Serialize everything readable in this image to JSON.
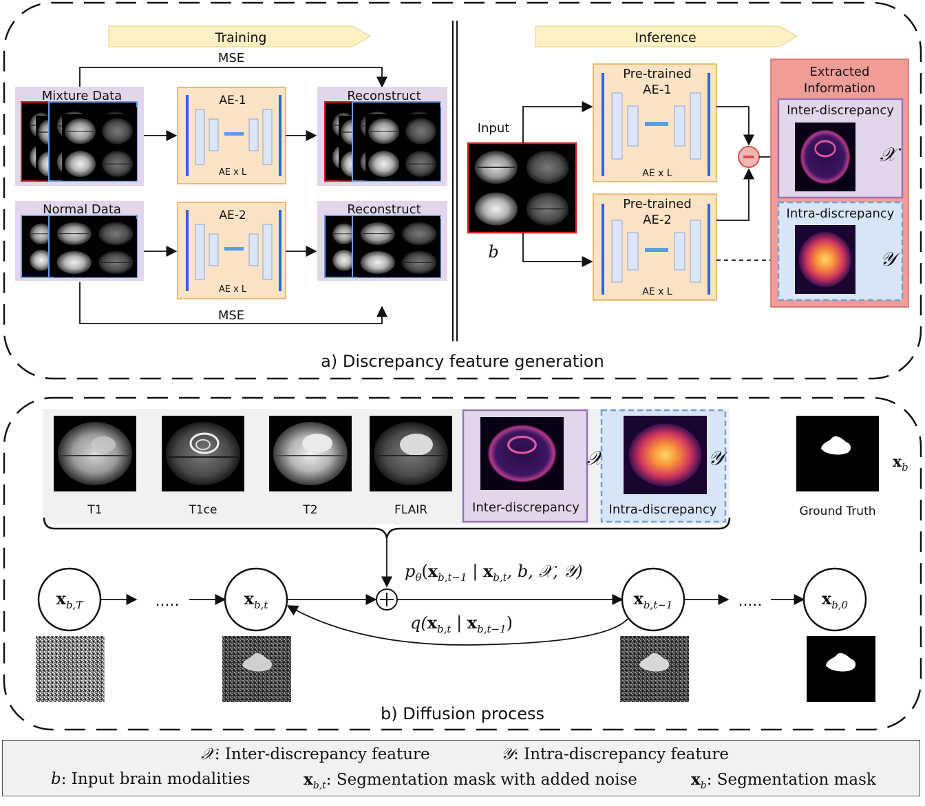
{
  "panel_a": {
    "title": "a) Discrepancy feature generation",
    "training_label": "Training",
    "inference_label": "Inference",
    "mse_label": "MSE",
    "mixture_data_label": "Mixture Data",
    "normal_data_label": "Normal Data",
    "reconstruct_label": "Reconstruct",
    "ae1_label": "AE-1",
    "ae2_label": "AE-2",
    "ae_repeat_label": "AE x L",
    "pretrained_label": "Pre-trained",
    "input_label": "Input",
    "input_symbol": "b",
    "extracted_info_line1": "Extracted",
    "extracted_info_line2": "Information",
    "inter_label": "Inter-discrepancy",
    "intra_label": "Intra-discrepancy",
    "x_symbol": "𝒳",
    "y_symbol": "𝒴"
  },
  "panel_b": {
    "title": "b) Diffusion process",
    "modalities": [
      "T1",
      "T1ce",
      "T2",
      "FLAIR"
    ],
    "inter_label": "Inter-discrepancy",
    "intra_label": "Intra-discrepancy",
    "x_symbol": "𝒳",
    "y_symbol": "𝒴",
    "ground_truth_label": "Ground Truth",
    "xb_bold": "x",
    "xb_sub": "b",
    "node_bold": "x",
    "node_subs": [
      "b,T",
      "b,t",
      "b,t−1",
      "b,0"
    ],
    "dots": ".....",
    "p_prefix": "p",
    "p_theta": "θ",
    "p_mid": "b,t−1",
    "p_mid2": "b,t",
    "p_tail": ", b, 𝒳, 𝒴)",
    "q_prefix": "q(",
    "q_sub1": "b,t",
    "q_sub2": "b,t−1"
  },
  "legend": {
    "x_sym": "𝒳",
    "x_text": ": Inter-discrepancy feature",
    "y_sym": "𝒴",
    "y_text": ": Intra-discrepancy feature",
    "b_sym": "b",
    "b_text": ": Input brain modalities",
    "xbt_bold": "x",
    "xbt_sub": "b,t",
    "xbt_text": ": Segmentation mask with added noise",
    "xb_bold": "x",
    "xb_sub": "b",
    "xb_text": ": Segmentation mask"
  },
  "colors": {
    "arrow_banner": "#fdf0c2",
    "purple_panel": "#e3d6ea",
    "ae_box": "#fde3c5",
    "ae_border": "#e8a94c",
    "ae_blue": "#2a66d8",
    "red_panel": "#f09c97",
    "inter_border": "#9a72b8",
    "intra_bg": "#d7e6f7",
    "intra_border": "#6f9fd8",
    "minus_circle": "#f4b6b2"
  }
}
